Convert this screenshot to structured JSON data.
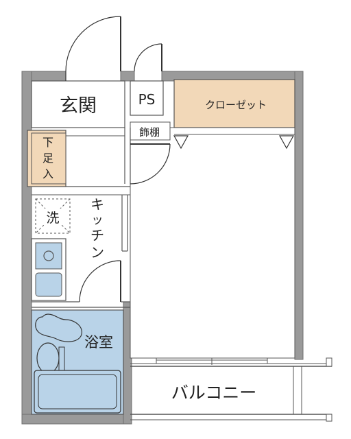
{
  "rooms": {
    "genkan": "玄関",
    "ps": "PS",
    "closet": "クローゼット",
    "kazaridana": "飾棚",
    "getabako": [
      "下",
      "足",
      "入"
    ],
    "sentaku": "洗",
    "kitchen": [
      "キ",
      "ッ",
      "チ",
      "ン"
    ],
    "bath": "浴室",
    "balcony": "バルコニー"
  },
  "colors": {
    "wall": "#9a9a9a",
    "wall_edge": "#6f6f6f",
    "closet_fill": "#f2d8b8",
    "shoe_fill": "#f2d8b8",
    "bath_fill": "#b9d3e8",
    "fixture_fill": "#b9d3e8",
    "line": "#333333"
  }
}
